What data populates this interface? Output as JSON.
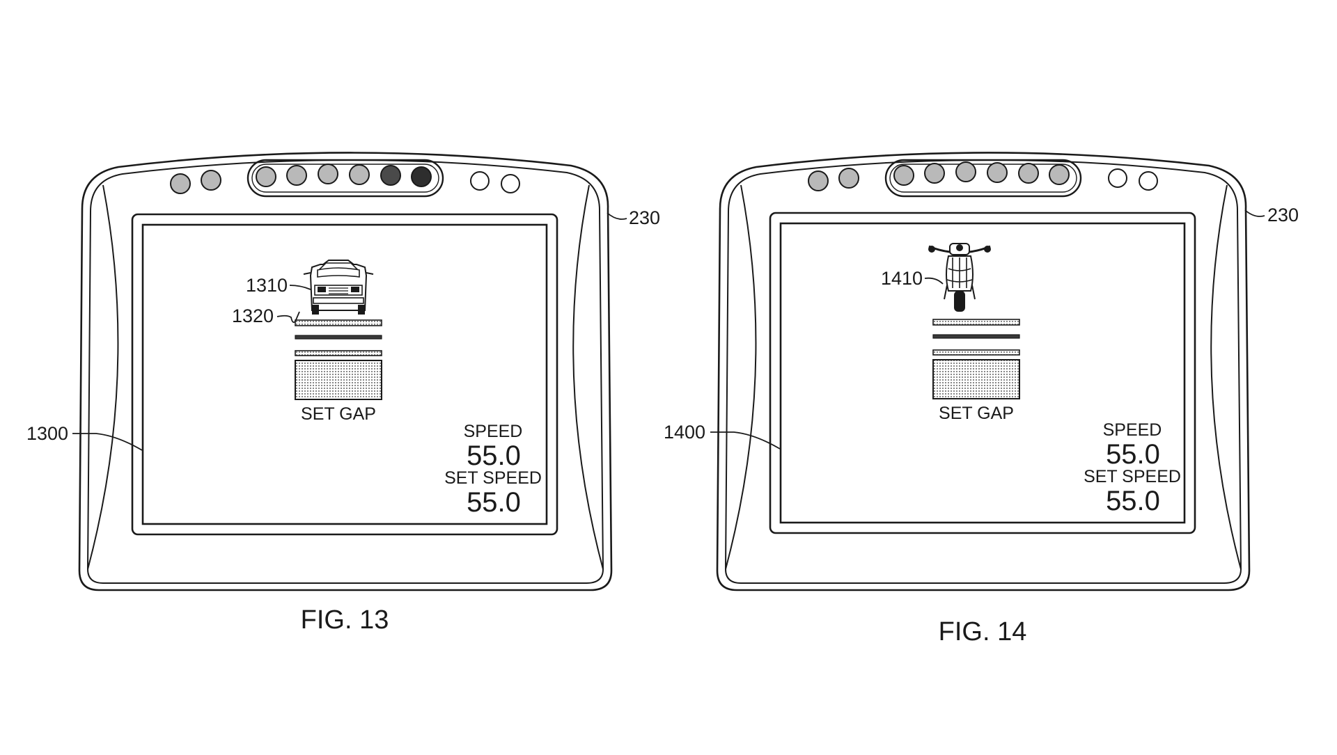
{
  "figures": [
    {
      "caption": "FIG. 13",
      "housing_ref": "230",
      "screen_ref": "1300",
      "vehicle_type": "car-icon",
      "vehicle_refs": [
        "1310",
        "1320"
      ],
      "gap_label": "SET GAP",
      "speed_label": "SPEED",
      "speed_value": "55.0",
      "set_speed_label": "SET SPEED",
      "set_speed_value": "55.0",
      "indicator_fills": [
        "#b9b9b9",
        "#b9b9b9",
        "#b9b9b9",
        "#b9b9b9",
        "#b9b9b9",
        "#b9b9b9",
        "#4a4a4a",
        "#2e2e2e",
        "#ffffff",
        "#ffffff"
      ]
    },
    {
      "caption": "FIG. 14",
      "housing_ref": "230",
      "screen_ref": "1400",
      "vehicle_type": "motorcycle-icon",
      "vehicle_refs": [
        "1410"
      ],
      "gap_label": "SET GAP",
      "speed_label": "SPEED",
      "speed_value": "55.0",
      "set_speed_label": "SET SPEED",
      "set_speed_value": "55.0",
      "indicator_fills": [
        "#b9b9b9",
        "#b9b9b9",
        "#b9b9b9",
        "#b9b9b9",
        "#b9b9b9",
        "#b9b9b9",
        "#b9b9b9",
        "#b9b9b9",
        "#ffffff",
        "#ffffff"
      ]
    }
  ],
  "colors": {
    "ink": "#1a1a1a",
    "dot_fill": "#b9b9b9",
    "gap_fill": "#bdbdbd"
  }
}
